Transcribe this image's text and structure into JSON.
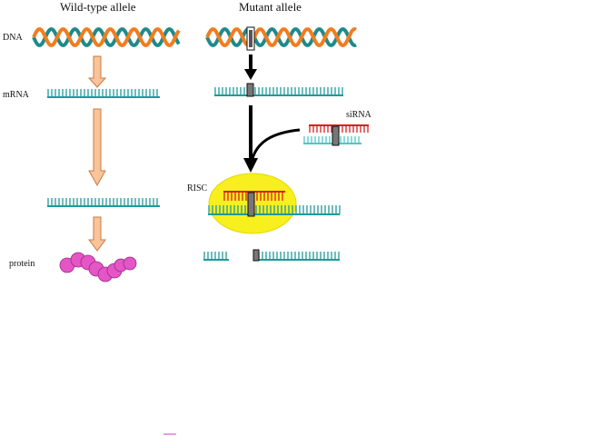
{
  "titles": {
    "wild_type": "Wild-type allele",
    "mutant": "Mutant allele"
  },
  "labels": {
    "dna": "DNA",
    "mrna": "mRNA",
    "protein": "protein",
    "risc": "RISC",
    "sirna": "siRNA"
  },
  "colors": {
    "helix_teal": "#1f8a8a",
    "helix_orange": "#f07d1e",
    "mrna_teal": "#1f9a99",
    "sirna_red": "#d9201e",
    "sirna_cyan": "#4fc7c7",
    "arrow_fill": "#f9c49a",
    "arrow_stroke": "#c77a45",
    "risc_fill": "#f7ef1e",
    "protein_fill": "#e455c5",
    "protein_stroke": "#9b2a86",
    "mutation": "#555555"
  }
}
